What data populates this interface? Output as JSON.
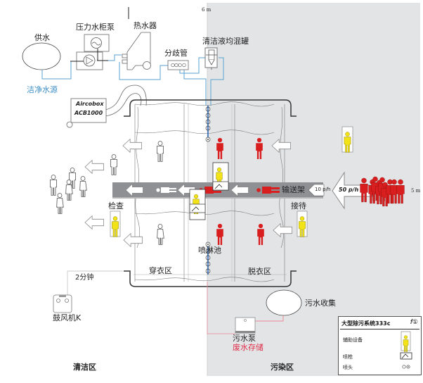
{
  "title": "大型除污系统333c",
  "zones": {
    "clean": "清洁区",
    "contaminated": "污染区",
    "clean_colors": {
      "background": "#ffffff"
    },
    "contaminated_colors": {
      "background": "#e3e4e6"
    }
  },
  "scale": {
    "top": "6 m",
    "right": "5 m"
  },
  "equipment": {
    "water_supply": "供水",
    "clean_water_source": "洁净水源",
    "pressure_pump": "压力水柜泵",
    "water_heater": "热水器",
    "manifold": "分歧管",
    "mixing_tank": "清洁液均混罐",
    "aircobox_line1": "Aircobox",
    "aircobox_line2": "ACB1000",
    "conveyor": "输送架",
    "shower_pool": "喷淋池",
    "blower": "鼓风机K",
    "blower_time": "2分钟",
    "sewage_pump": "污水泵",
    "waste_storage": "废水存储",
    "sewage_collection": "污水收集"
  },
  "areas": {
    "inspection": "检查",
    "reception": "接待",
    "dressing": "穿衣区",
    "undressing": "脱衣区"
  },
  "flow": {
    "conveyor_rate": "10 p/h",
    "entry_rate": "50 p/h"
  },
  "legend": {
    "title": "大型除污系统333c",
    "logo": "f①",
    "rows": [
      {
        "label": "辅助设备",
        "icon": "assist-person-icon"
      },
      {
        "label": "喷枪",
        "icon": "spray-gun-icon"
      },
      {
        "label": "喷头",
        "icon": "nozzle-icon"
      }
    ]
  },
  "colors": {
    "clean_water_pipe": "#5aa2cf",
    "waste_pipe": "#e88a96",
    "contaminated_person": "#d81e1e",
    "assistant": "#f2e318",
    "nozzle_line": "#1f5fb8",
    "conveyor": "#8e9093"
  }
}
